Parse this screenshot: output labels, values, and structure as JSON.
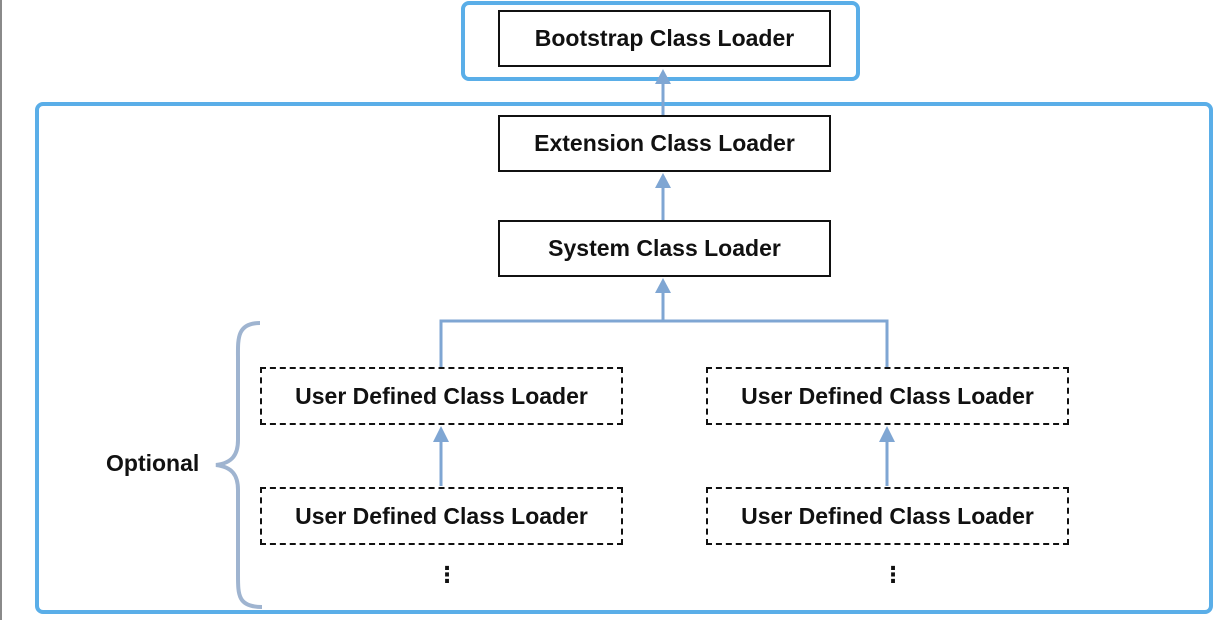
{
  "diagram": {
    "bootstrap_label": "Bootstrap Class Loader",
    "extension_label": "Extension Class Loader",
    "system_label": "System Class Loader",
    "user_left_top_label": "User Defined Class Loader",
    "user_left_bottom_label": "User Defined Class Loader",
    "user_right_top_label": "User Defined Class Loader",
    "user_right_bottom_label": "User Defined Class Loader",
    "optional_label": "Optional",
    "ellipsis": "⋮"
  },
  "colors": {
    "frame": "#5aaee8",
    "connector": "#7fa6d3",
    "box_border": "#111111"
  }
}
